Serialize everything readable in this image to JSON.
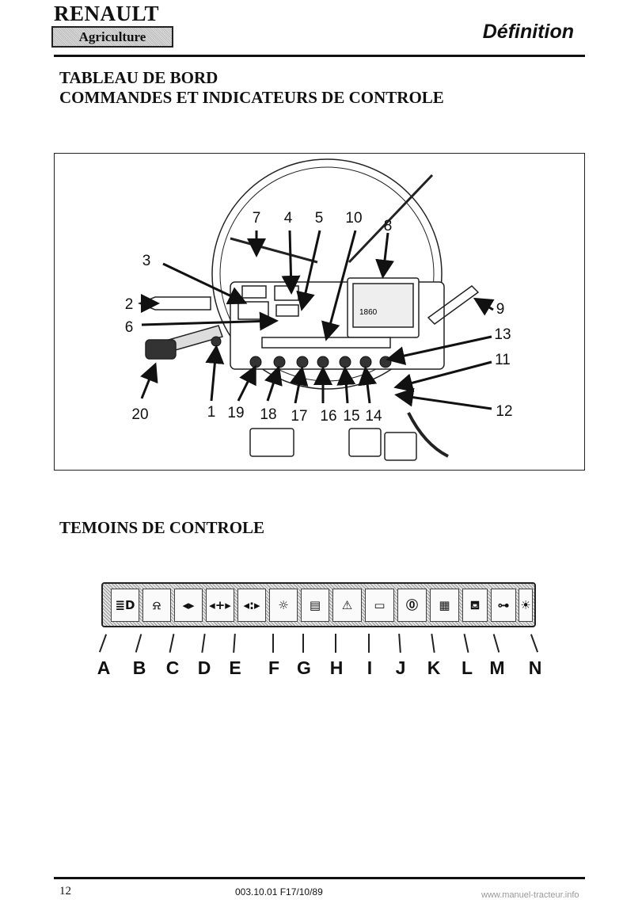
{
  "header": {
    "brand": "RENAULT",
    "division": "Agriculture",
    "section": "Définition"
  },
  "title": {
    "line1": "TABLEAU DE BORD",
    "line2": "COMMANDES ET INDICATEURS DE CONTROLE"
  },
  "diagram": {
    "callouts": [
      "1",
      "2",
      "3",
      "4",
      "5",
      "6",
      "7",
      "8",
      "9",
      "10",
      "11",
      "12",
      "13",
      "14",
      "15",
      "16",
      "17",
      "18",
      "19",
      "20"
    ],
    "display_reading": "1860"
  },
  "indicators_section": {
    "title": "TEMOINS DE CONTROLE",
    "items": [
      {
        "letter": "A",
        "icon": "headlight-main-beam-icon"
      },
      {
        "letter": "B",
        "icon": "rotating-beacon-icon"
      },
      {
        "letter": "C",
        "icon": "turn-signal-tractor-icon"
      },
      {
        "letter": "D",
        "icon": "turn-signal-trailer-1-icon"
      },
      {
        "letter": "E",
        "icon": "turn-signal-trailer-2-icon"
      },
      {
        "letter": "F",
        "icon": "preheating-icon"
      },
      {
        "letter": "G",
        "icon": "fuel-filter-icon"
      },
      {
        "letter": "H",
        "icon": "hazard-warning-icon"
      },
      {
        "letter": "I",
        "icon": "battery-charge-icon"
      },
      {
        "letter": "J",
        "icon": "parking-brake-icon"
      },
      {
        "letter": "K",
        "icon": "air-filter-icon"
      },
      {
        "letter": "L",
        "icon": "engine-oil-pressure-icon"
      },
      {
        "letter": "M",
        "icon": "four-wheel-drive-icon"
      },
      {
        "letter": "N",
        "icon": "transmission-oil-icon"
      }
    ]
  },
  "footer": {
    "page": "12",
    "reference": "003.10.01 F17/10/89",
    "website": "www.manuel-tracteur.info"
  }
}
